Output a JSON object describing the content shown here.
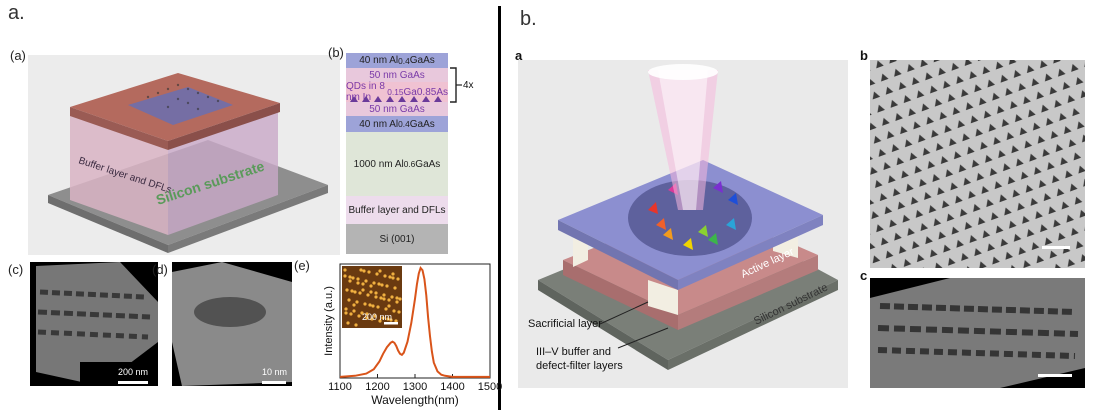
{
  "panel_a_letter": "a.",
  "panel_b_letter": "b.",
  "left": {
    "label_a": "(a)",
    "label_b": "(b)",
    "label_c": "(c)",
    "label_d": "(d)",
    "label_e": "(e)",
    "render_text_buffer": "Buffer layer and DFLs",
    "render_text_substrate": "Silicon substrate",
    "stack_layers": [
      {
        "text": "40 nm Al0.4GaAs",
        "main": "40 nm Al",
        "sub": "0.4",
        "tail": "GaAs",
        "color": "#9da3d8",
        "textcolor": "#222"
      },
      {
        "text": "50 nm GaAs",
        "main": "50 nm GaAs",
        "sub": "",
        "tail": "",
        "color": "#e8c8dc",
        "textcolor": "#7a3aa8"
      },
      {
        "text": "QDs in 8 nm In0.15Ga0.85As",
        "main": "QDs in 8 nm In",
        "sub": "0.15",
        "tail": "Ga0.85As",
        "color": "#f0c2d2",
        "textcolor": "#7a3aa8"
      },
      {
        "text": "50 nm GaAs",
        "main": "50 nm GaAs",
        "sub": "",
        "tail": "",
        "color": "#e8c8dc",
        "textcolor": "#7a3aa8"
      },
      {
        "text": "40 nm Al0.4GaAs",
        "main": "40 nm Al",
        "sub": "0.4",
        "tail": "GaAs",
        "color": "#9da3d8",
        "textcolor": "#222"
      },
      {
        "text": "1000 nm Al0.6GaAs",
        "main": "1000 nm Al",
        "sub": "0.6",
        "tail": "GaAs",
        "color": "#dfe6d8",
        "textcolor": "#222"
      },
      {
        "text": "Buffer layer and DFLs",
        "main": "Buffer layer and DFLs",
        "sub": "",
        "tail": "",
        "color": "#eddcec",
        "textcolor": "#222"
      },
      {
        "text": "Si (001)",
        "main": "Si (001)",
        "sub": "",
        "tail": "",
        "color": "#b4b4b4",
        "textcolor": "#222"
      }
    ],
    "repeat_label": "4x",
    "scale_c": "200 nm",
    "scale_d": "10 nm",
    "inset_scale": "200 nm"
  },
  "right": {
    "label_a": "a",
    "label_b": "b",
    "label_c": "c",
    "active_layer": "Active layer",
    "silicon_substrate": "Silicon substrate",
    "sacrificial_layer": "Sacrificial layer",
    "buffer_line1": "III–V buffer and",
    "buffer_line2": "defect-filter layers"
  },
  "chart_data": {
    "type": "line",
    "xlabel": "Wavelength(nm)",
    "ylabel": "Intensity (a.u.)",
    "xlim": [
      1100,
      1500
    ],
    "xticks": [
      1100,
      1200,
      1300,
      1400,
      1500
    ],
    "series": [
      {
        "color": "#d9541a",
        "x": [
          1100,
          1140,
          1170,
          1190,
          1205,
          1215,
          1225,
          1235,
          1240,
          1245,
          1250,
          1255,
          1260,
          1265,
          1270,
          1280,
          1290,
          1300,
          1305,
          1310,
          1315,
          1320,
          1325,
          1330,
          1335,
          1340,
          1345,
          1350,
          1360,
          1370,
          1380,
          1400,
          1430,
          1460,
          1500
        ],
        "y": [
          0.01,
          0.02,
          0.04,
          0.08,
          0.15,
          0.22,
          0.28,
          0.32,
          0.33,
          0.32,
          0.29,
          0.25,
          0.22,
          0.21,
          0.23,
          0.33,
          0.5,
          0.72,
          0.85,
          0.95,
          1.0,
          0.98,
          0.9,
          0.75,
          0.55,
          0.38,
          0.24,
          0.14,
          0.06,
          0.03,
          0.02,
          0.01,
          0.01,
          0.01,
          0.01
        ]
      }
    ]
  }
}
